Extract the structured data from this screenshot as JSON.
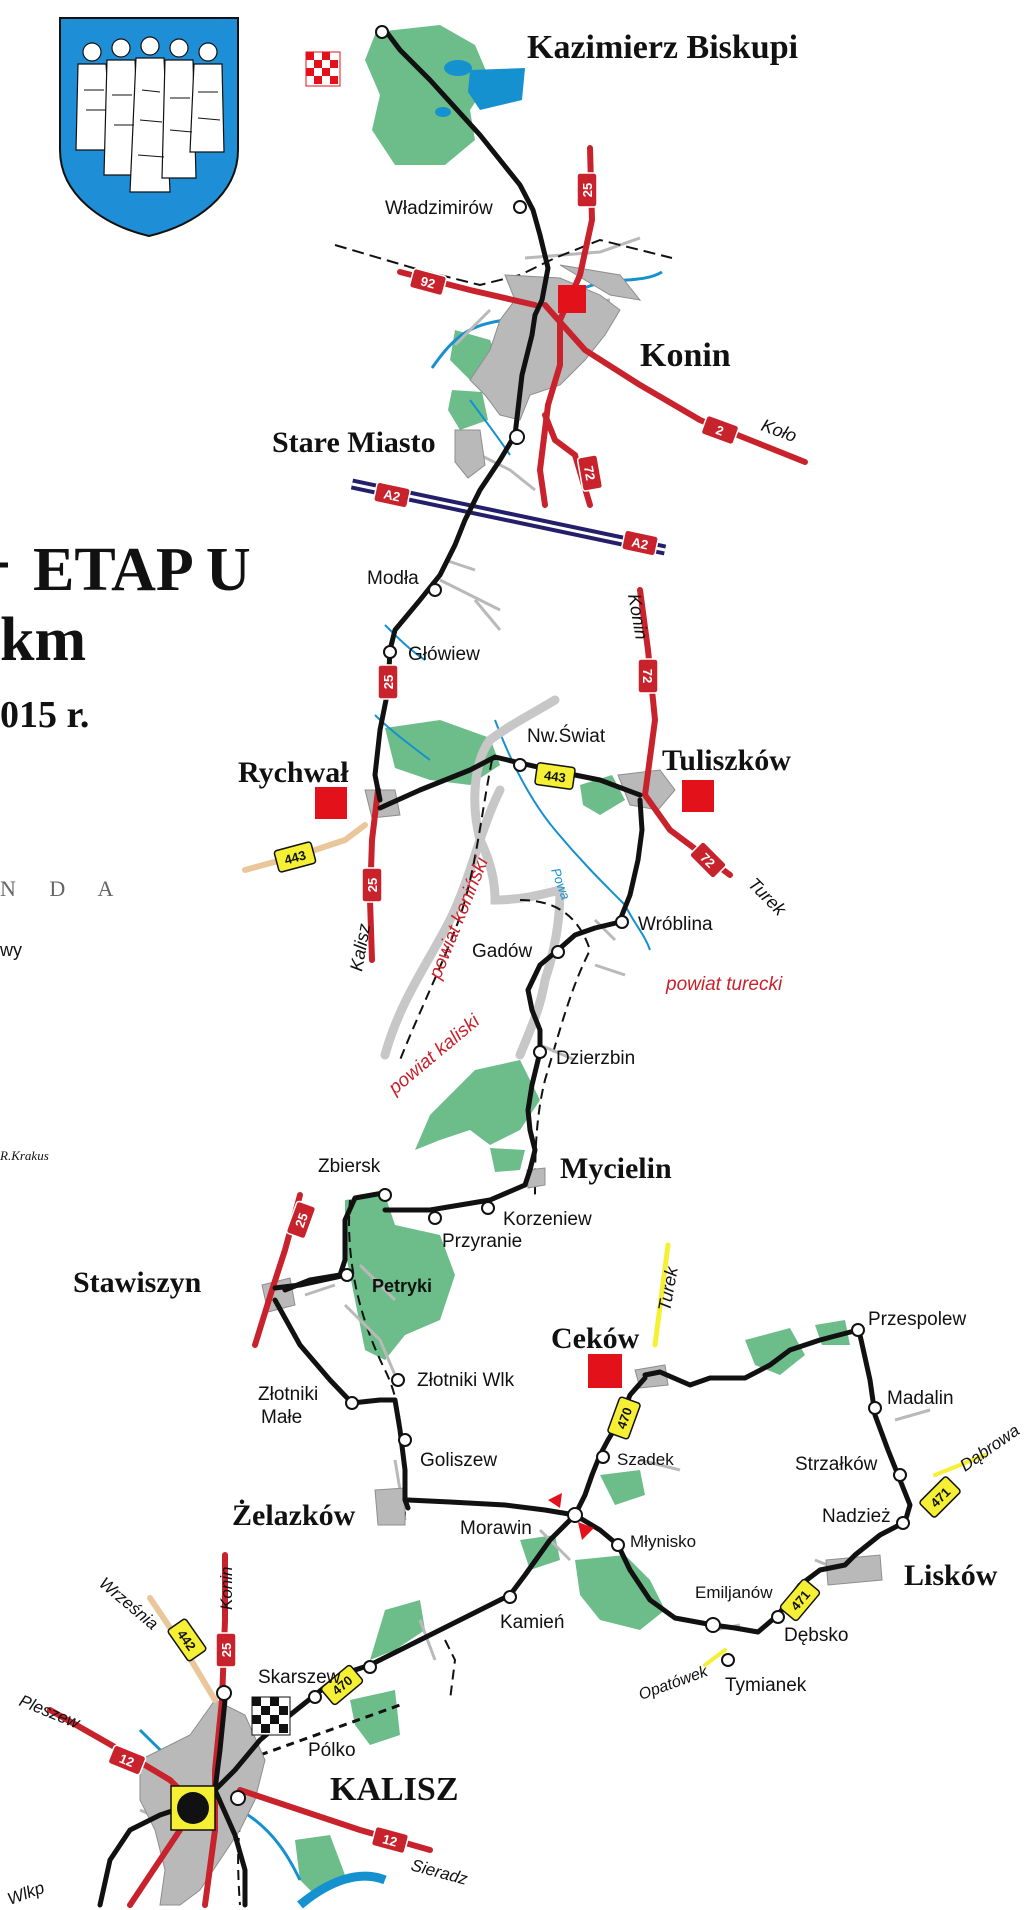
{
  "title": "Kazimierz Biskupi",
  "heading": {
    "line1": "ETAP U",
    "line2": "km",
    "line3": "015 r.",
    "legend_head": "N D A",
    "legend_item": "wy",
    "signature": "R.Krakus"
  },
  "colors": {
    "main_route": "#111111",
    "national_road": "#c8232c",
    "motorway": "#241f6b",
    "forest": "#6dbd8b",
    "water": "#1591d0",
    "town_square": "#e3121a",
    "regional_badge": "#f6f035",
    "district_border": "#c7c7c7",
    "district_label": "#c8232c",
    "shield_blue": "#1e8ed6"
  },
  "towns": {
    "konin": "Konin",
    "stare_miasto": "Stare Miasto",
    "rychwal": "Rychwał",
    "tuliszkow": "Tuliszków",
    "mycielin": "Mycielin",
    "stawiszyn": "Stawiszyn",
    "petryki": "Petryki",
    "cekow": "Ceków",
    "zelazkow": "Żelazków",
    "liskow": "Lisków",
    "kalisz": "KALISZ"
  },
  "villages": {
    "wladzimirow": "Władzimirów",
    "modla": "Modła",
    "glowiew": "Główiew",
    "nw_swiat": "Nw.Świat",
    "wroblina": "Wróblina",
    "gadow": "Gadów",
    "dzierzbin": "Dzierzbin",
    "zbiersk": "Zbiersk",
    "przyranie": "Przyranie",
    "korzeniew": "Korzeniew",
    "zlotniki_male_1": "Złotniki",
    "zlotniki_male_2": "Małe",
    "zlotniki_wlk": "Złotniki Wlk",
    "goliszew": "Goliszew",
    "morawin": "Morawin",
    "szadek": "Szadek",
    "mlynisko": "Młynisko",
    "przespolew": "Przespolew",
    "madalin": "Madalin",
    "strzalkow": "Strzałków",
    "nadziez": "Nadzież",
    "emiljanow": "Emiljanów",
    "debsko": "Dębsko",
    "tymianek": "Tymianek",
    "kamien": "Kamień",
    "skarszew": "Skarszew",
    "polko": "Pólko"
  },
  "directions": {
    "kolo": "Koło",
    "konin_north": "Konin",
    "turek_east": "Turek",
    "kalisz_south": "Kalisz",
    "turek_north": "Turek",
    "dabrowa": "Dąbrowa",
    "opatowek": "Opatówek",
    "wrzesnia": "Września",
    "konin_kalisz": "Konin",
    "pleszew": "Pleszew",
    "sieradz": "Sieradz",
    "wlkp": "Wlkp"
  },
  "districts": {
    "konin": "powiat koniński",
    "turek": "powiat turecki",
    "kalisz": "powiat kaliski"
  },
  "rivers": {
    "powa": "Powa"
  },
  "roads": {
    "r25": "25",
    "r92": "92",
    "r2": "2",
    "r72": "72",
    "a2": "A2",
    "r443": "443",
    "r470": "470",
    "r471": "471",
    "r442": "442",
    "r12": "12"
  }
}
